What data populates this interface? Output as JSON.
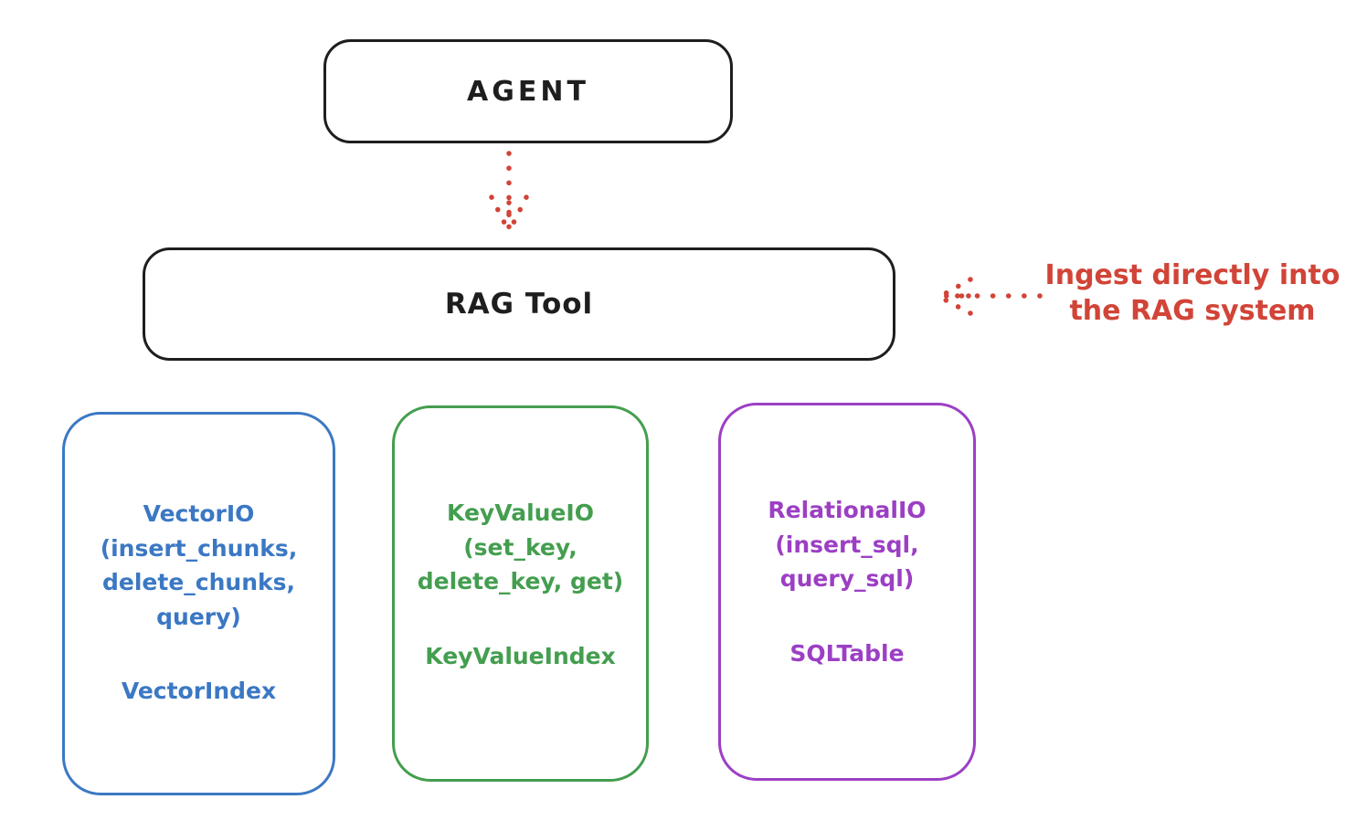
{
  "canvas": {
    "background": "#ffffff"
  },
  "colors": {
    "stroke_black": "#1e1e1e",
    "accent_red": "#d14437",
    "backend_blue": "#3b78c4",
    "backend_green": "#449e4f",
    "backend_purple": "#9c3fc4"
  },
  "agent_box": {
    "label": "AGENT"
  },
  "rag_tool_box": {
    "label": "RAG Tool"
  },
  "annotation": {
    "text": "Ingest directly into\nthe RAG system",
    "color": "#d14437"
  },
  "arrows": [
    {
      "name": "agent-to-rag-dotted-arrow",
      "direction": "down",
      "style": "dotted",
      "color": "#d14437"
    },
    {
      "name": "ingest-to-rag-dotted-arrow",
      "direction": "left",
      "style": "dotted",
      "color": "#d14437"
    }
  ],
  "backends": [
    {
      "id": "vector",
      "color": "#3b78c4",
      "io": "VectorIO\n(insert_chunks,\ndelete_chunks,\nquery)",
      "index": "VectorIndex"
    },
    {
      "id": "keyvalue",
      "color": "#449e4f",
      "io": "KeyValueIO\n(set_key,\ndelete_key, get)",
      "index": "KeyValueIndex"
    },
    {
      "id": "relational",
      "color": "#9c3fc4",
      "io": "RelationalIO\n(insert_sql,\nquery_sql)",
      "index": "SQLTable"
    }
  ]
}
